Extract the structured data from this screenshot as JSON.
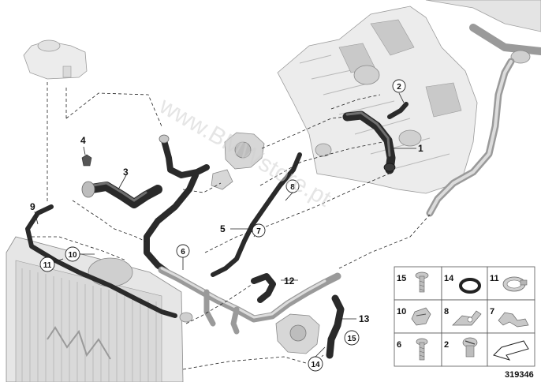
{
  "callouts": {
    "c1": "1",
    "c2": "2",
    "c3": "3",
    "c4": "4",
    "c5": "5",
    "c6": "6",
    "c7": "7",
    "c8": "8",
    "c9": "9",
    "c10": "10",
    "c11": "11",
    "c12": "12",
    "c13": "13",
    "c14": "14",
    "c15": "15"
  },
  "legend": {
    "r1": [
      "15",
      "14",
      "11"
    ],
    "r2": [
      "10",
      "8",
      "7"
    ],
    "r3": [
      "6",
      "2",
      ""
    ]
  },
  "diagram_number": "319346",
  "watermark": "www.BMWstore.pt"
}
